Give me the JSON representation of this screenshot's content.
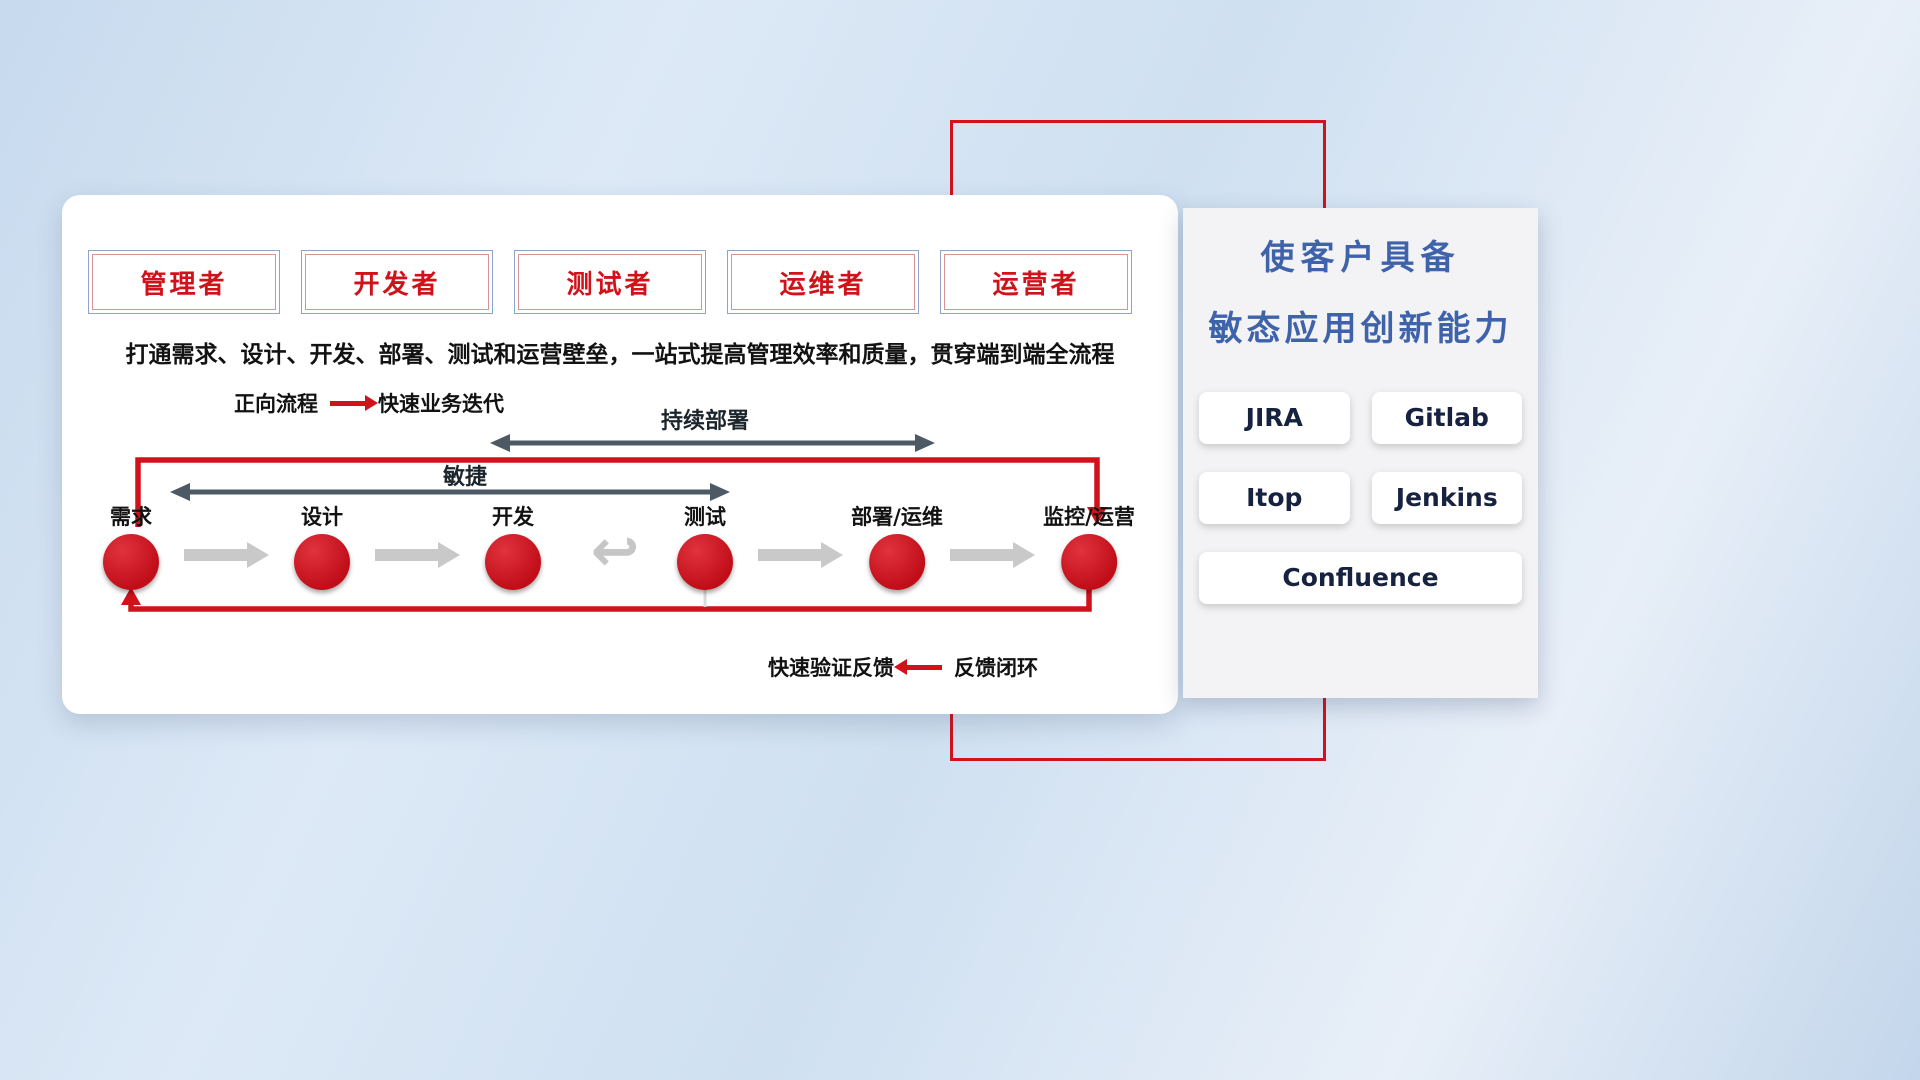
{
  "roles": [
    "管理者",
    "开发者",
    "测试者",
    "运维者",
    "运营者"
  ],
  "subtitle": "打通需求、设计、开发、部署、测试和运营壁垒，一站式提高管理效率和质量，贯穿端到端全流程",
  "legends": {
    "forward_label": "正向流程",
    "forward_desc": "快速业务迭代",
    "feedback_desc": "快速验证反馈",
    "feedback_label": "反馈闭环"
  },
  "span_arrows": {
    "continuous_deployment": "持续部署",
    "agile": "敏捷"
  },
  "flow_steps": [
    "需求",
    "设计",
    "开发",
    "测试",
    "部署/运维",
    "监控/运营"
  ],
  "icons": {
    "iteration_loop": "↩"
  },
  "right_panel": {
    "title_line1": "使客户具备",
    "title_line2": "敏态应用创新能力",
    "tools": [
      "JIRA",
      "Gitlab",
      "Itop",
      "Jenkins",
      "Confluence"
    ]
  },
  "colors": {
    "accent_red": "#d0121b",
    "title_blue": "#3f63ab",
    "arrow_dark": "#4d5a66",
    "arrow_gray": "#c9c9c9",
    "background_blue": "#cfe0f1"
  }
}
